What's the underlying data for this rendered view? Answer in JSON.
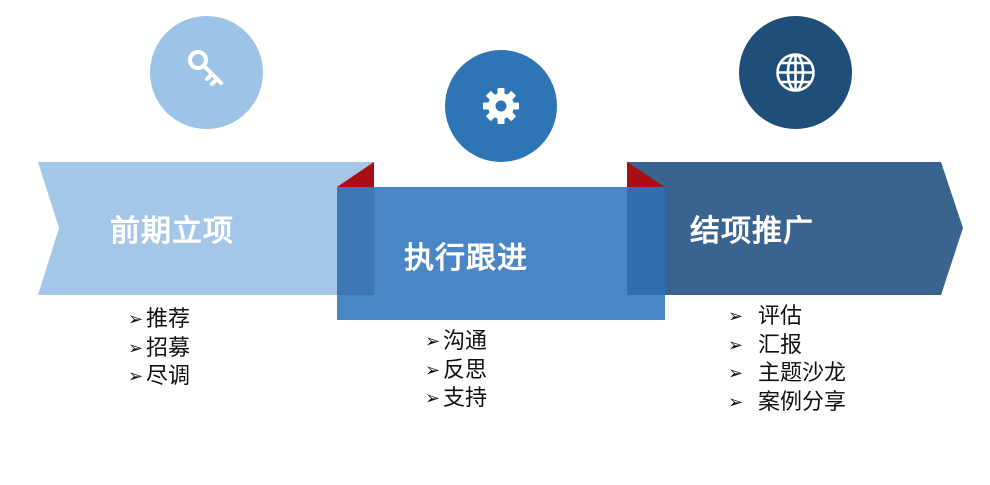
{
  "colors": {
    "phase1": "#A5C7E7",
    "phase2": "#4A86C5",
    "phase2_side": "#3D78B5",
    "phase3": "#3A6390",
    "phase3_side": "#2F6FAF",
    "fold": "#A80E12",
    "circle1": "#9DC3E6",
    "circle2": "#2E75B6",
    "circle3": "#1F4E79"
  },
  "phases": [
    {
      "title": "前期立项",
      "icon": "key-icon",
      "items": [
        "推荐",
        "招募",
        "尽调"
      ]
    },
    {
      "title": "执行跟进",
      "icon": "gear-icon",
      "items": [
        "沟通",
        "反思",
        "支持"
      ]
    },
    {
      "title": "结项推广",
      "icon": "globe-icon",
      "items": [
        "评估",
        "汇报",
        "主题沙龙",
        "案例分享"
      ]
    }
  ],
  "bullet_symbol": "➢"
}
